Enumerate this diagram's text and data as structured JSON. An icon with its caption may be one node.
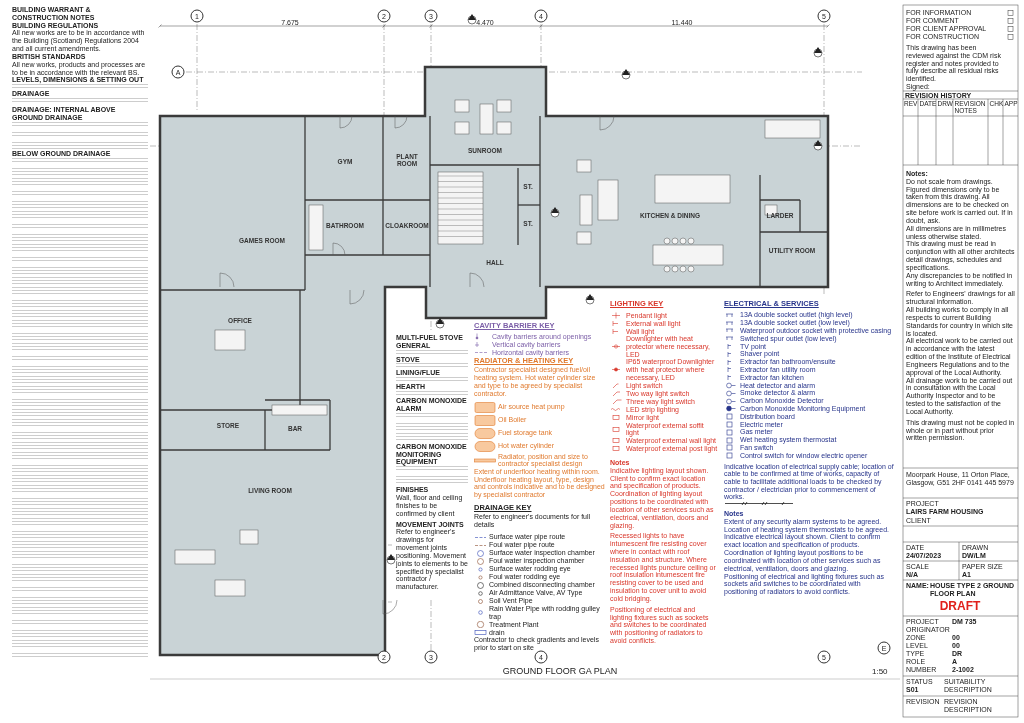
{
  "diagram": {
    "title": "GROUND FLOOR GA PLAN",
    "nodes": [
      {
        "text": [
          "SUNROOM"
        ]
      },
      {
        "text": [
          "GYM"
        ]
      },
      {
        "text": [
          "PLANT ROOM"
        ]
      },
      {
        "text": [
          "ST."
        ]
      },
      {
        "text": [
          "KITCHEN & DINING"
        ]
      },
      {
        "text": [
          "LARDER"
        ]
      },
      {
        "text": [
          "BATHROOM"
        ]
      },
      {
        "text": [
          "CLOAKROOM"
        ]
      },
      {
        "text": [
          "ST."
        ]
      },
      {
        "text": [
          "GAMES ROOM"
        ]
      },
      {
        "text": [
          "UTILITY ROOM"
        ]
      },
      {
        "text": [
          "HALL"
        ]
      },
      {
        "text": [
          "OFFICE"
        ]
      },
      {
        "text": [
          "STORE"
        ]
      },
      {
        "text": [
          "BAR"
        ]
      },
      {
        "text": [
          "LIVING ROOM"
        ]
      },
      {
        "text": [
          "1"
        ]
      },
      {
        "text": [
          "2"
        ]
      },
      {
        "text": [
          "3"
        ]
      },
      {
        "text": [
          "4"
        ]
      },
      {
        "text": [
          "5"
        ]
      },
      {
        "text": [
          "A"
        ]
      },
      {
        "text": [
          "E"
        ]
      },
      {
        "text": [
          "2"
        ]
      },
      {
        "text": [
          "3"
        ]
      },
      {
        "text": [
          "4"
        ]
      },
      {
        "text": [
          "5"
        ]
      }
    ],
    "labels": [
      "7.675",
      "4.470",
      "11.440",
      "BUILDING WARRANT & CONSTRUCTION NOTES",
      "BUILDING REGULATIONS",
      "All new works are to be in accordance with the Building (Scotland) Regulations 2004 and all current amendments.",
      "BRITISH STANDARDS",
      "All new works, products and processes are to be in accordance with the relevant BS.",
      "LEVELS, DIMENSIONS & SETTING OUT",
      "DRAINAGE",
      "DRAINAGE: INTERNAL ABOVE GROUND DRAINAGE",
      "BELOW GROUND DRAINAGE",
      "MULTI-FUEL STOVE GENERAL",
      "STOVE",
      "LINING/FLUE",
      "HEARTH",
      "CARBON MONOXIDE ALARM",
      "CARBON MONOXIDE MONITORING EQUIPMENT",
      "FINISHES",
      "Wall, floor and ceiling finishes to be confirmed by client",
      "MOVEMENT JOINTS",
      "Refer to engineer's drawings for movement joints positioning. Movement joints to elements to be specified by specialist contractor / manufacturer.",
      "CAVITY BARRIER KEY",
      "RADIATOR & HEATING KEY",
      "Contractor specialist designed fuel/oil heating system. Hot water cylinder size and type to be agreed by specialist contractor.",
      "DRAINAGE KEY",
      "Refer to engineer's documents for full details",
      "Contractor to check gradients and levels prior to start on site",
      "LIGHTING KEY",
      "Notes",
      "Indicative lighting layout shown. Client to confirm exact location and specification of products. Coordination of lighting layout positions to be coordinated with location of other services such as electrical, ventilation, doors and glazing.",
      "Recessed lights to have intumescent fire resisting cover where in contact with roof insulation and structure. Where recessed lights puncture ceiling or roof insulation intumescent fire resisting cover to be used and insulation to cover unit to avoid cold bridging.",
      "Positioning of electrical and lighting fixtures such as sockets and switches to be coordinated with positioning of radiators to avoid conflicts.",
      "ELECTRICAL & SERVICES",
      "Notes",
      "Extent of any security alarm systems to be agreed.",
      "Location of heating system thermostats to be agreed.",
      "Indicative electrical layout shown. Client to confirm exact location and specification of products. Coordination of lighting layout positions to be coordinated with location of other services such as electrical, ventilation, doors and glazing.",
      "Positioning of electrical and lighting fixtures such as sockets and switches to be coordinated with positioning of radiators to avoid conflicts.",
      "1:50",
      "FOR INFORMATION",
      "FOR COMMENT",
      "FOR CLIENT APPROVAL",
      "FOR CONSTRUCTION",
      "This drawing has been reviewed against the CDM risk register and notes provided to fully describe all residual risks identified.",
      "Signed:",
      "REVISION HISTORY",
      "REV",
      "DATE",
      "DRW",
      "REVISION NOTES",
      "CHK",
      "APP",
      "Notes:",
      "Do not scale from drawings. Figured dimensions only to be taken from this drawing. All dimensions are to be checked on site before work is carried out. If in doubt, ask.",
      "All dimensions are in millimetres unless otherwise stated.",
      "This drawing must be read in conjunction with all other architects detail drawings, schedules and specifications.",
      "Any discrepancies to be notified in writing to Architect immediately.",
      "Refer to Engineers' drawings for all structural information.",
      "All building works to comply in all respects to current Building Standards for country in which site is located.",
      "All electrical work to be carried out in accordance with the latest edition of the Institute of Electrical Engineers Regulations and to the approval of the Local Authority.",
      "All drainage work to be carried out in consultation with the Local Authority Inspector and to be tested to the satisfaction of the Local Authority.",
      "This drawing must not be copied in whole or in part without prior written permission.",
      "Moorpark House, 11 Orton Place, Glasgow, G51 2HF  0141 445 5979",
      "PROJECT",
      "LAIRS FARM HOUSING",
      "CLIENT",
      "DATE",
      "24/07/2023",
      "DRAWN",
      "DW/LM",
      "SCALE",
      "N/A",
      "PAPER SIZE",
      "A1",
      "NAME:",
      "HOUSE TYPE 2 GROUND FLOOR PLAN",
      "DRAFT",
      "PROJECT",
      "ORIGINATOR",
      "ZONE",
      "LEVEL",
      "TYPE",
      "ROLE",
      "NUMBER",
      "DM 735",
      "00",
      "00",
      "DR",
      "A",
      "2-1002",
      "STATUS",
      "SUITABILITY DESCRIPTION",
      "S01",
      "REVISION",
      "REVISION DESCRIPTION"
    ],
    "legend": [
      {
        "text": "Cavity barriers around openings"
      },
      {
        "text": "Vertical cavity barriers"
      },
      {
        "text": "Horizontal cavity barriers"
      },
      {
        "text": "Air source heat pump",
        "color": "#f8c99f"
      },
      {
        "text": "Oil Boiler",
        "color": "#f8c99f"
      },
      {
        "text": "Fuel storage tank",
        "color": "#f8c99f"
      },
      {
        "text": "Hot water cylinder",
        "color": "#f8c99f"
      },
      {
        "text": "Radiator, position and size to contractor specialist design"
      },
      {
        "text": "Extent of underfloor heating within room. Underfloor heating layout, type, design and controls indicative and to be designed by specialist contractor"
      },
      {
        "text": "Pendant light"
      },
      {
        "text": "External wall light"
      },
      {
        "text": "Wall light"
      },
      {
        "text": "Downlighter with heat protector where necessary, LED"
      },
      {
        "text": "IP65 waterproof Downlighter with heat protector where necessary, LED"
      },
      {
        "text": "Light switch"
      },
      {
        "text": "Two way light switch"
      },
      {
        "text": "Three way light switch"
      },
      {
        "text": "LED strip lighting"
      },
      {
        "text": "Mirror light"
      },
      {
        "text": "Waterproof external soffit light"
      },
      {
        "text": "Waterproof external wall light"
      },
      {
        "text": "Waterproof external post light"
      },
      {
        "text": "Surface water pipe route"
      },
      {
        "text": "Foul water pipe route"
      },
      {
        "text": "Surface water inspection chamber"
      },
      {
        "text": "Foul water inspection chamber"
      },
      {
        "text": "Surface water rodding eye"
      },
      {
        "text": "Foul water rodding eye"
      },
      {
        "text": "Combined disconnecting chamber"
      },
      {
        "text": "Air Admittance Valve, AV Type"
      },
      {
        "text": "Soil Vent Pipe"
      },
      {
        "text": "Rain Water Pipe with rodding gulley trap"
      },
      {
        "text": "Treatment Plant"
      },
      {
        "text": "drain"
      },
      {
        "text": "13A double socket outlet (high level)"
      },
      {
        "text": "13A double socket outlet (low level)"
      },
      {
        "text": "Waterproof outdoor socket with protective casing"
      },
      {
        "text": "Switched spur outlet (low level)"
      },
      {
        "text": "TV point"
      },
      {
        "text": "Shaver point"
      },
      {
        "text": "Extractor fan bathroom/ensuite"
      },
      {
        "text": "Extractor fan utility room"
      },
      {
        "text": "Extractor fan kitchen"
      },
      {
        "text": "Heat detector and alarm"
      },
      {
        "text": "Smoke detector & alarm"
      },
      {
        "text": "Carbon Monoxide Detector"
      },
      {
        "text": "Carbon Monoxide Monitoring Equipment"
      },
      {
        "text": "Distribution board"
      },
      {
        "text": "Electric meter"
      },
      {
        "text": "Gas meter"
      },
      {
        "text": "Wet heating system thermostat"
      },
      {
        "text": "Fan switch"
      },
      {
        "text": "Control switch for window electric opener"
      },
      {
        "text": "Indicative location of electrical supply cable; location of cable to be confirmed at time of works, capacity of cable to facilitate additional loads to be checked by contractor / electrician prior to commencement of works."
      }
    ]
  }
}
